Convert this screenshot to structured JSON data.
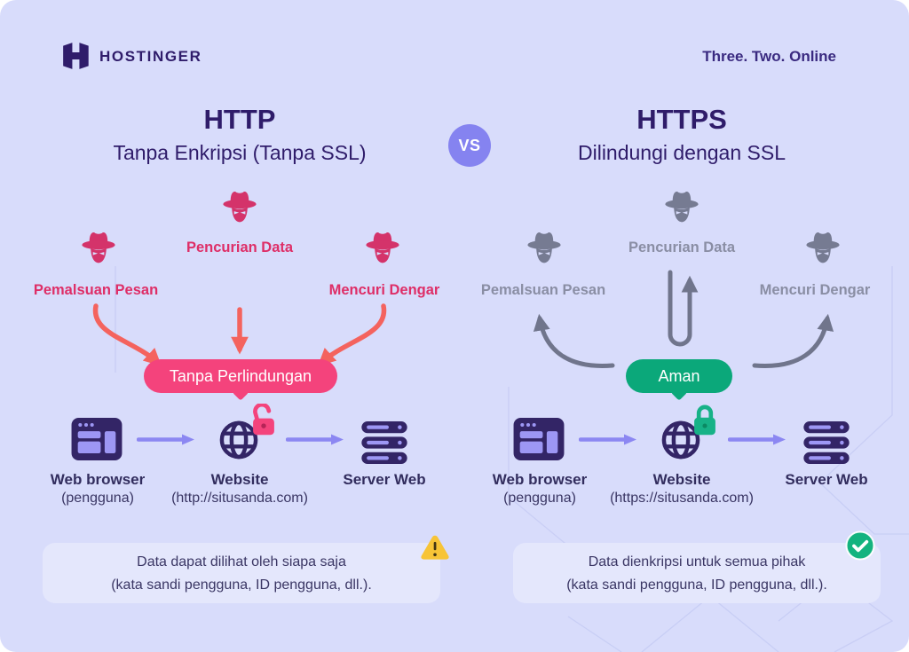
{
  "brand": {
    "logo_text": "HOSTINGER",
    "tagline": "Three. Two. Online"
  },
  "vs_badge": "VS",
  "http_panel": {
    "title": "HTTP",
    "subtitle": "Tanpa Enkripsi (Tanpa SSL)",
    "threats": {
      "left": "Pemalsuan Pesan",
      "center": "Pencurian Data",
      "right": "Mencuri Dengar"
    },
    "status_badge": "Tanpa Perlindungan",
    "flow": {
      "browser_label": "Web browser",
      "browser_sublabel": "(pengguna)",
      "website_label": "Website",
      "website_sublabel": "(http://situsanda.com)",
      "server_label": "Server Web"
    },
    "note": {
      "line1": "Data dapat dilihat oleh siapa saja",
      "line2": "(kata sandi pengguna, ID pengguna, dll.)."
    }
  },
  "https_panel": {
    "title": "HTTPS",
    "subtitle": "Dilindungi dengan SSL",
    "threats": {
      "left": "Pemalsuan Pesan",
      "center": "Pencurian Data",
      "right": "Mencuri Dengar"
    },
    "status_badge": "Aman",
    "flow": {
      "browser_label": "Web browser",
      "browser_sublabel": "(pengguna)",
      "website_label": "Website",
      "website_sublabel": "(https://situsanda.com)",
      "server_label": "Server Web"
    },
    "note": {
      "line1": "Data dienkripsi untuk semua pihak",
      "line2": "(kata sandi pengguna, ID pengguna, dll.)."
    }
  },
  "colors": {
    "canvas_bg": "#d8dcfb",
    "brand_navy": "#2f1c6a",
    "threat_pink": "#d4336a",
    "threat_label_pink": "#de2e67",
    "arrow_coral": "#f4635e",
    "badge_pink": "#f4437c",
    "badge_green": "#0ba87a",
    "secure_green": "#17b287",
    "neutral_gray": "#767b92",
    "flow_arrow_purple": "#8c87f2",
    "icon_navy": "#332566",
    "icon_lilac": "#9d97f4",
    "vs_purple": "#8583f0",
    "warning_yellow": "#f7c437",
    "note_bg": "#e4e7fc"
  }
}
